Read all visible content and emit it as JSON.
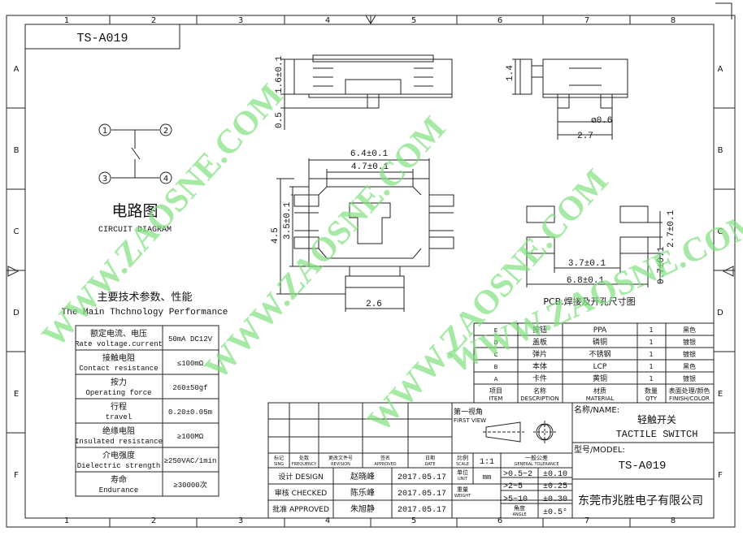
{
  "drawing_title": "TS-A019",
  "zone_cols": [
    "1",
    "2",
    "3",
    "4",
    "5",
    "6",
    "7",
    "8"
  ],
  "zone_rows": [
    "A",
    "B",
    "C",
    "D",
    "E",
    "F"
  ],
  "watermark": "WWW.ZAOSNE.COM",
  "circuit": {
    "title_cn": "电路图",
    "title_en": "CIRCUIT DIAGRAM",
    "pins": [
      "1",
      "2",
      "3",
      "4"
    ]
  },
  "dimensions": {
    "side_height": "1.6±0.1",
    "side_leg": "0.5",
    "end_height": "1.4",
    "end_pin": "ø0.6",
    "end_width": "2.7",
    "top_width": "6.4±0.1",
    "top_inner": "4.7±0.1",
    "top_height": "4.5",
    "top_inner_height": "3.5±0.1",
    "top_button": "2.6",
    "pcb_pad_gap": "2.7±0.1",
    "pcb_inner": "3.7±0.1",
    "pcb_outer": "6.8±0.1",
    "pcb_pad": "0.7±0.1"
  },
  "pcb_caption": "PCB.焊接及开孔尺寸图",
  "performance": {
    "title_cn": "主要技术参数、性能",
    "title_en": "The Main Thchnology Performance",
    "rows": [
      {
        "cn": "额定电流、电压",
        "en": "Rate voltage.current",
        "value": "50mA DC12V"
      },
      {
        "cn": "接触电阻",
        "en": "Contact resistance",
        "value": "≤100mΩ"
      },
      {
        "cn": "按力",
        "en": "Operating force",
        "value": "260±50gf"
      },
      {
        "cn": "行程",
        "en": "travel",
        "value": "0.20±0.05m"
      },
      {
        "cn": "绝缘电阻",
        "en": "Insulated resistance",
        "value": "≥100MΩ"
      },
      {
        "cn": "介电强度",
        "en": "Dielectric strength",
        "value": "≥250VAC/1min"
      },
      {
        "cn": "寿命",
        "en": "Endurance",
        "value": "≥30000次"
      }
    ]
  },
  "bom": {
    "rows": [
      {
        "id": "E",
        "part": "按钮",
        "material": "PPA",
        "qty": "1",
        "finish": "黑色"
      },
      {
        "id": "D",
        "part": "盖板",
        "material": "磷铜",
        "qty": "1",
        "finish": "镀银"
      },
      {
        "id": "C",
        "part": "弹片",
        "material": "不锈钢",
        "qty": "1",
        "finish": "镀银"
      },
      {
        "id": "B",
        "part": "本体",
        "material": "LCP",
        "qty": "1",
        "finish": "黑色"
      },
      {
        "id": "A",
        "part": "卡件",
        "material": "黄铜",
        "qty": "1",
        "finish": "镀银"
      }
    ],
    "header": {
      "item_cn": "项目",
      "item_en": "ITEM",
      "desc_cn": "名称",
      "desc_en": "DESCRIPTION",
      "mat_cn": "材质",
      "mat_en": "MATERIAL",
      "qty_cn": "数量",
      "qty_en": "QTY",
      "finish_cn": "表面处理/颜色",
      "finish_en": "FINISH/COLOR"
    }
  },
  "title_block": {
    "rev_headers": [
      {
        "cn": "标记",
        "en": "SING"
      },
      {
        "cn": "处数",
        "en": "FREQUENCY"
      },
      {
        "cn": "更改文件号",
        "en": "REVISION"
      },
      {
        "cn": "签名",
        "en": "APPROVED"
      },
      {
        "cn": "日期",
        "en": "DATE"
      }
    ],
    "scale_cn": "比例",
    "scale_en": "SCALE",
    "scale": "1:1",
    "unit_cn": "单位",
    "unit_en": "UNIT",
    "unit": "mm",
    "weight_cn": "重量",
    "weight_en": "WEIGHT",
    "tolerance_cn": "一般公差",
    "tolerance_en": "GENERAL TOLERANCE",
    "tolerances": [
      {
        "range": ">0.5~2",
        "value": "±0.10"
      },
      {
        "range": ">2~5",
        "value": "±0.25"
      },
      {
        "range": ">5~10",
        "value": "±0.30"
      },
      {
        "range_cn": "角度",
        "range_en": "ANGLE",
        "value": "±0.5°"
      }
    ],
    "signoffs": [
      {
        "role": "设计 DESIGN",
        "name": "赵晓峰",
        "date": "2017.05.17"
      },
      {
        "role": "审核 CHECKED",
        "name": "陈乐峰",
        "date": "2017.05.17"
      },
      {
        "role": "批准 APPROVED",
        "name": "朱旭静",
        "date": "2017.05.17"
      }
    ],
    "view_cn": "第一视角",
    "view_en": "FIRST VIEW",
    "name_label": "名称/NAME:",
    "name_cn": "轻触开关",
    "name_en": "TACTILE SWITCH",
    "model_label": "型号/MODEL:",
    "model": "TS-A019",
    "company": "东莞市兆胜电子有限公司"
  }
}
